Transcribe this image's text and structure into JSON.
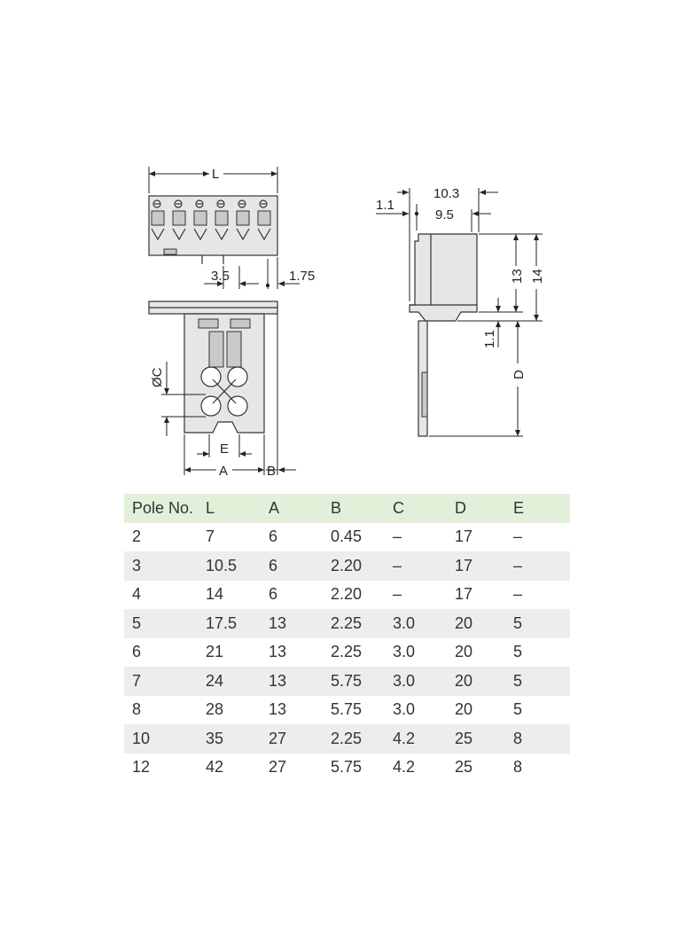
{
  "drawing": {
    "labels": {
      "L": "L",
      "pitch": "3.5",
      "offset": "1.75",
      "dia_c": "ØC",
      "E": "E",
      "A": "A",
      "B": "B",
      "side_1_1_top": "1.1",
      "side_10_3": "10.3",
      "side_9_5": "9.5",
      "side_13": "13",
      "side_14": "14",
      "side_1_1_bottom": "1.1",
      "side_D": "D"
    }
  },
  "table": {
    "headers": [
      "Pole No.",
      "L",
      "A",
      "B",
      "C",
      "D",
      "E"
    ],
    "rows": [
      [
        "2",
        "7",
        "6",
        "0.45",
        "–",
        "17",
        "–"
      ],
      [
        "3",
        "10.5",
        "6",
        "2.20",
        "–",
        "17",
        "–"
      ],
      [
        "4",
        "14",
        "6",
        "2.20",
        "–",
        "17",
        "–"
      ],
      [
        "5",
        "17.5",
        "13",
        "2.25",
        "3.0",
        "20",
        "5"
      ],
      [
        "6",
        "21",
        "13",
        "2.25",
        "3.0",
        "20",
        "5"
      ],
      [
        "7",
        "24",
        "13",
        "5.75",
        "3.0",
        "20",
        "5"
      ],
      [
        "8",
        "28",
        "13",
        "5.75",
        "3.0",
        "20",
        "5"
      ],
      [
        "10",
        "35",
        "27",
        "2.25",
        "4.2",
        "25",
        "8"
      ],
      [
        "12",
        "42",
        "27",
        "5.75",
        "4.2",
        "25",
        "8"
      ]
    ]
  }
}
